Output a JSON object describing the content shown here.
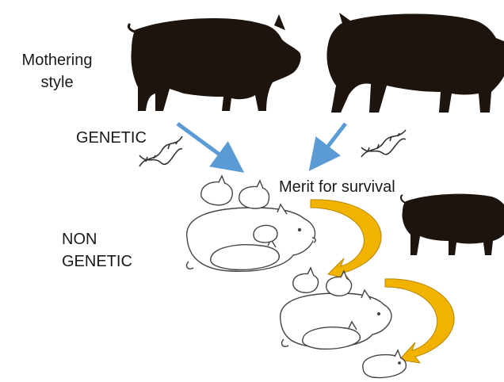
{
  "labels": {
    "mothering_line1": "Mothering",
    "mothering_line2": "style",
    "genetic": "GENETIC",
    "merit": "Merit for survival",
    "nongenetic_line1": "NON",
    "nongenetic_line2": "GENETIC"
  },
  "colors": {
    "silhouette": "#1c140d",
    "genetic_arrow": "#5b9bd5",
    "nongenetic_arrow": "#f2b200",
    "nongenetic_arrow_edge": "#b58600",
    "dna": "#333333",
    "lineart": "#444444"
  },
  "icons": [
    "sow-silhouette",
    "boar-silhouette",
    "pig-silhouette",
    "dna-icon",
    "sow-with-piglets-drawing",
    "piglet-drawing"
  ]
}
